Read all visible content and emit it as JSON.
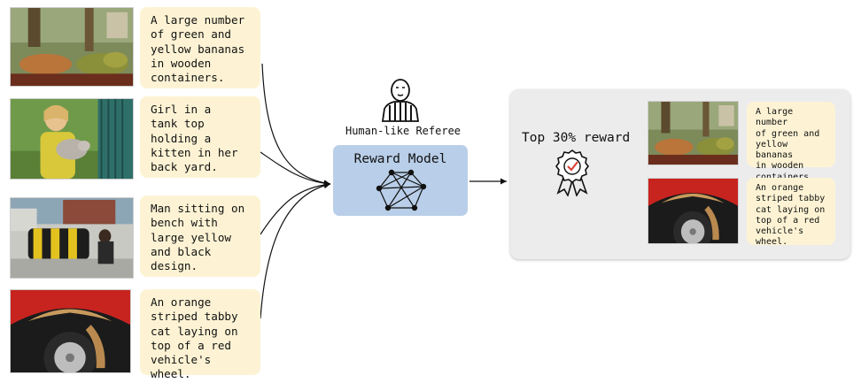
{
  "inputs": [
    {
      "image": "bananas-photo",
      "caption": "A large number\nof green and\nyellow bananas\nin wooden\ncontainers."
    },
    {
      "image": "girl-kitten-photo",
      "caption": "Girl in a\ntank top\nholding a\nkitten in her\nback yard."
    },
    {
      "image": "bench-photo",
      "caption": "Man sitting on\nbench with\nlarge yellow\nand black\ndesign."
    },
    {
      "image": "tabby-wheel-photo",
      "caption": "An orange\nstriped tabby\ncat laying on\ntop of a red\nvehicle's wheel."
    }
  ],
  "referee": {
    "label": "Human-like Referee",
    "icon": "referee-icon"
  },
  "reward_model": {
    "title": "Reward Model",
    "icon": "network-graph-icon"
  },
  "selection": {
    "label": "Top 30% reward",
    "icon": "award-badge-icon"
  },
  "selected": [
    {
      "image": "bananas-photo",
      "caption": "A large number\nof green and\nyellow bananas\nin wooden\ncontainers."
    },
    {
      "image": "tabby-wheel-photo",
      "caption": "An orange\nstriped tabby\ncat laying on\ntop of a red\nvehicle's wheel."
    }
  ],
  "colors": {
    "caption_bg": "#fdf3d4",
    "model_box": "#b9cee8",
    "panel_bg": "#ececec",
    "badge_red": "#d9443b"
  }
}
